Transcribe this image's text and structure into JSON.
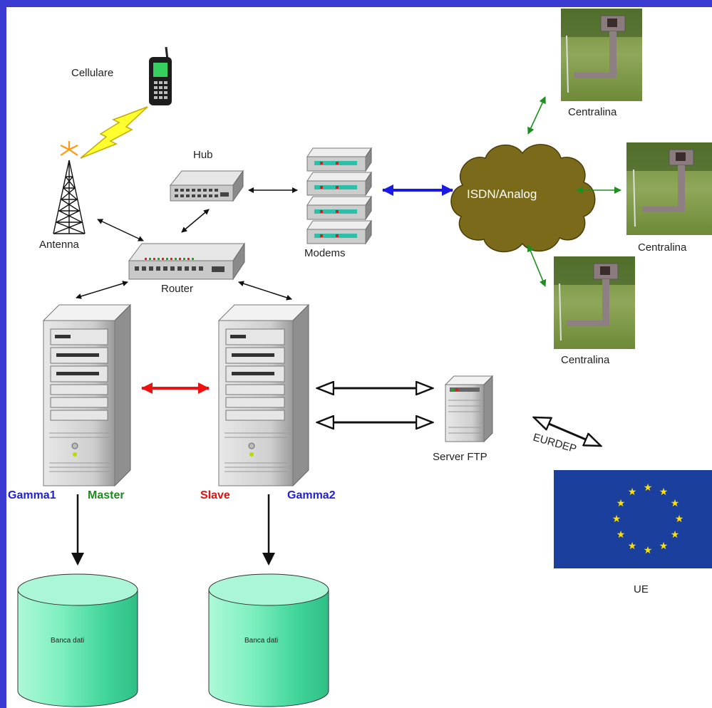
{
  "labels": {
    "cellulare": "Cellulare",
    "antenna": "Antenna",
    "hub": "Hub",
    "router": "Router",
    "modems": "Modems",
    "cloud": "ISDN/Analog",
    "centralina_top": "Centralina",
    "centralina_mid": "Centralina",
    "centralina_bot": "Centralina",
    "server_ftp": "Server FTP",
    "eurdep": "EURDEP",
    "ue": "UE",
    "gamma1": "Gamma1",
    "master": "Master",
    "slave": "Slave",
    "gamma2": "Gamma2",
    "db1": "Banca dati",
    "db2": "Banca dati"
  },
  "colors": {
    "border_blue": "#3a3ad0",
    "label_blue": "#1f1fd6",
    "label_green": "#1e8a1e",
    "label_red": "#e01010",
    "arrow_red": "#ee1111",
    "arrow_blue": "#1a1ae6",
    "arrow_green": "#1d8f1d",
    "cloud": "#7b6a1a",
    "db": "#7ff0c0",
    "eu_blue": "#1b3f9c",
    "eu_star": "#ffe000"
  }
}
